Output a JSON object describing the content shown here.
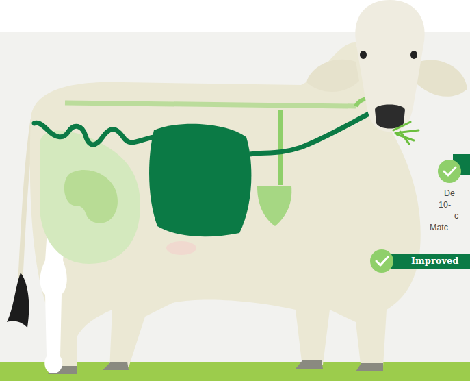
{
  "diagram": {
    "nodes": [
      {
        "text": [
          "Improved"
        ]
      }
    ],
    "labels": [
      "De",
      "10-",
      "c",
      "Matc"
    ]
  }
}
